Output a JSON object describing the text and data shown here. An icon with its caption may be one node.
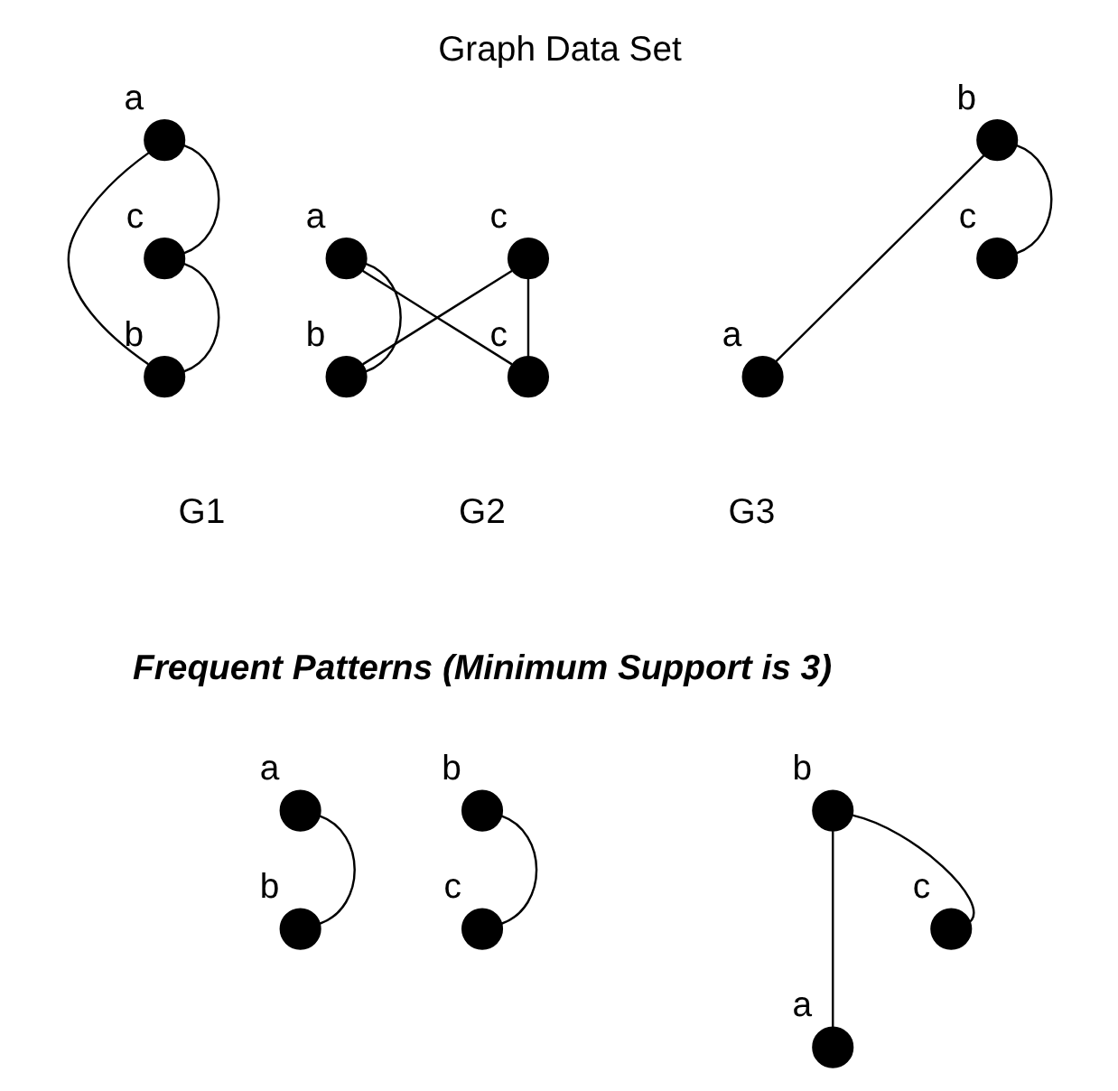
{
  "diagram": {
    "title": "Graph Data Set",
    "nodes": [
      {
        "text": [],
        "shape": "circle",
        "beside": [
          "a"
        ]
      },
      {
        "text": [],
        "shape": "circle",
        "beside": [
          "c"
        ]
      },
      {
        "text": [],
        "shape": "circle",
        "beside": [
          "b"
        ]
      },
      {
        "text": [],
        "shape": "circle",
        "beside": [
          "a"
        ]
      },
      {
        "text": [],
        "shape": "circle",
        "beside": [
          "c"
        ]
      },
      {
        "text": [],
        "shape": "circle",
        "beside": [
          "b"
        ]
      },
      {
        "text": [],
        "shape": "circle",
        "beside": [
          "c"
        ]
      },
      {
        "text": [],
        "shape": "circle",
        "beside": [
          "b"
        ]
      },
      {
        "text": [],
        "shape": "circle",
        "beside": [
          "c"
        ]
      },
      {
        "text": [],
        "shape": "circle",
        "beside": [
          "a"
        ]
      },
      {
        "text": [],
        "shape": "circle",
        "beside": [
          "a"
        ]
      },
      {
        "text": [],
        "shape": "circle",
        "beside": [
          "b"
        ]
      },
      {
        "text": [],
        "shape": "circle",
        "beside": [
          "b"
        ]
      },
      {
        "text": [],
        "shape": "circle",
        "beside": [
          "c"
        ]
      },
      {
        "text": [],
        "shape": "circle",
        "beside": [
          "b"
        ]
      },
      {
        "text": [],
        "shape": "circle",
        "beside": [
          "c"
        ]
      },
      {
        "text": [],
        "shape": "circle",
        "beside": [
          "a"
        ]
      }
    ],
    "edges": [
      {
        "from": 0,
        "to": 2,
        "arrow": "none"
      },
      {
        "from": 0,
        "to": 1,
        "arrow": "none"
      },
      {
        "from": 2,
        "to": 1,
        "arrow": "none"
      },
      {
        "from": 3,
        "to": 5,
        "arrow": "none"
      },
      {
        "from": 3,
        "to": 6,
        "arrow": "none"
      },
      {
        "from": 4,
        "to": 5,
        "arrow": "none"
      },
      {
        "from": 4,
        "to": 6,
        "arrow": "none"
      },
      {
        "from": 7,
        "to": 8,
        "arrow": "none"
      },
      {
        "from": 7,
        "to": 9,
        "arrow": "none"
      },
      {
        "from": 10,
        "to": 11,
        "arrow": "none"
      },
      {
        "from": 12,
        "to": 13,
        "arrow": "none"
      },
      {
        "from": 14,
        "to": 15,
        "arrow": "none"
      },
      {
        "from": 14,
        "to": 16,
        "arrow": "none"
      }
    ],
    "labels": [
      "G1",
      "G2",
      "G3",
      "Frequent Patterns (Minimum Support is 3)"
    ]
  }
}
